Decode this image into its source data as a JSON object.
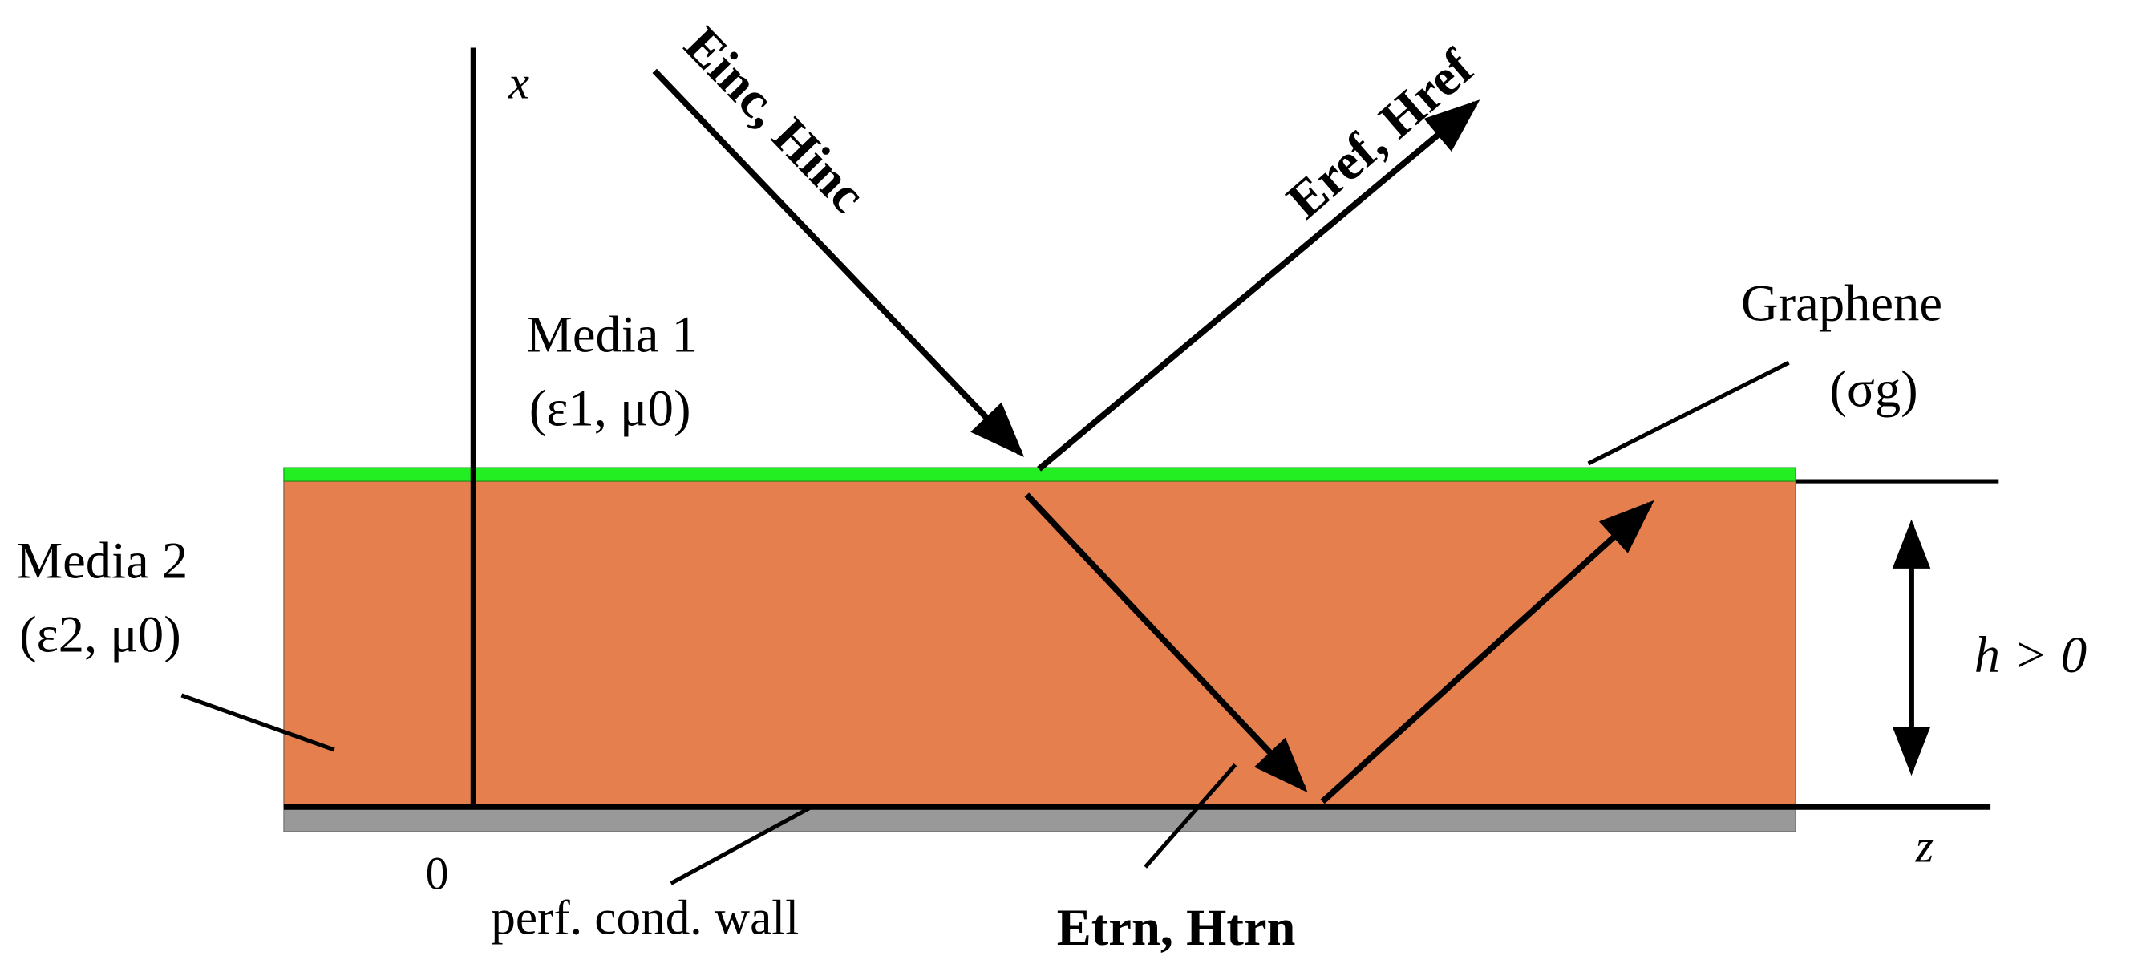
{
  "labels": {
    "axis_x": "x",
    "axis_z": "z",
    "origin": "0",
    "media1_name": "Media 1",
    "media1_params": "(ε1, μ0)",
    "media2_name": "Media 2",
    "media2_params": "(ε2, μ0)",
    "graphene_name": "Graphene",
    "graphene_param": "(σg)",
    "wall": "perf. cond. wall",
    "thickness": "h > 0",
    "incident": "Einc, Hinc",
    "reflected": "Eref, Href",
    "transmitted": "Etrn, Htrn"
  },
  "colors": {
    "slab": "#e5804e",
    "graphene": "#22ee22",
    "wall": "#999999",
    "stroke": "#000000"
  }
}
